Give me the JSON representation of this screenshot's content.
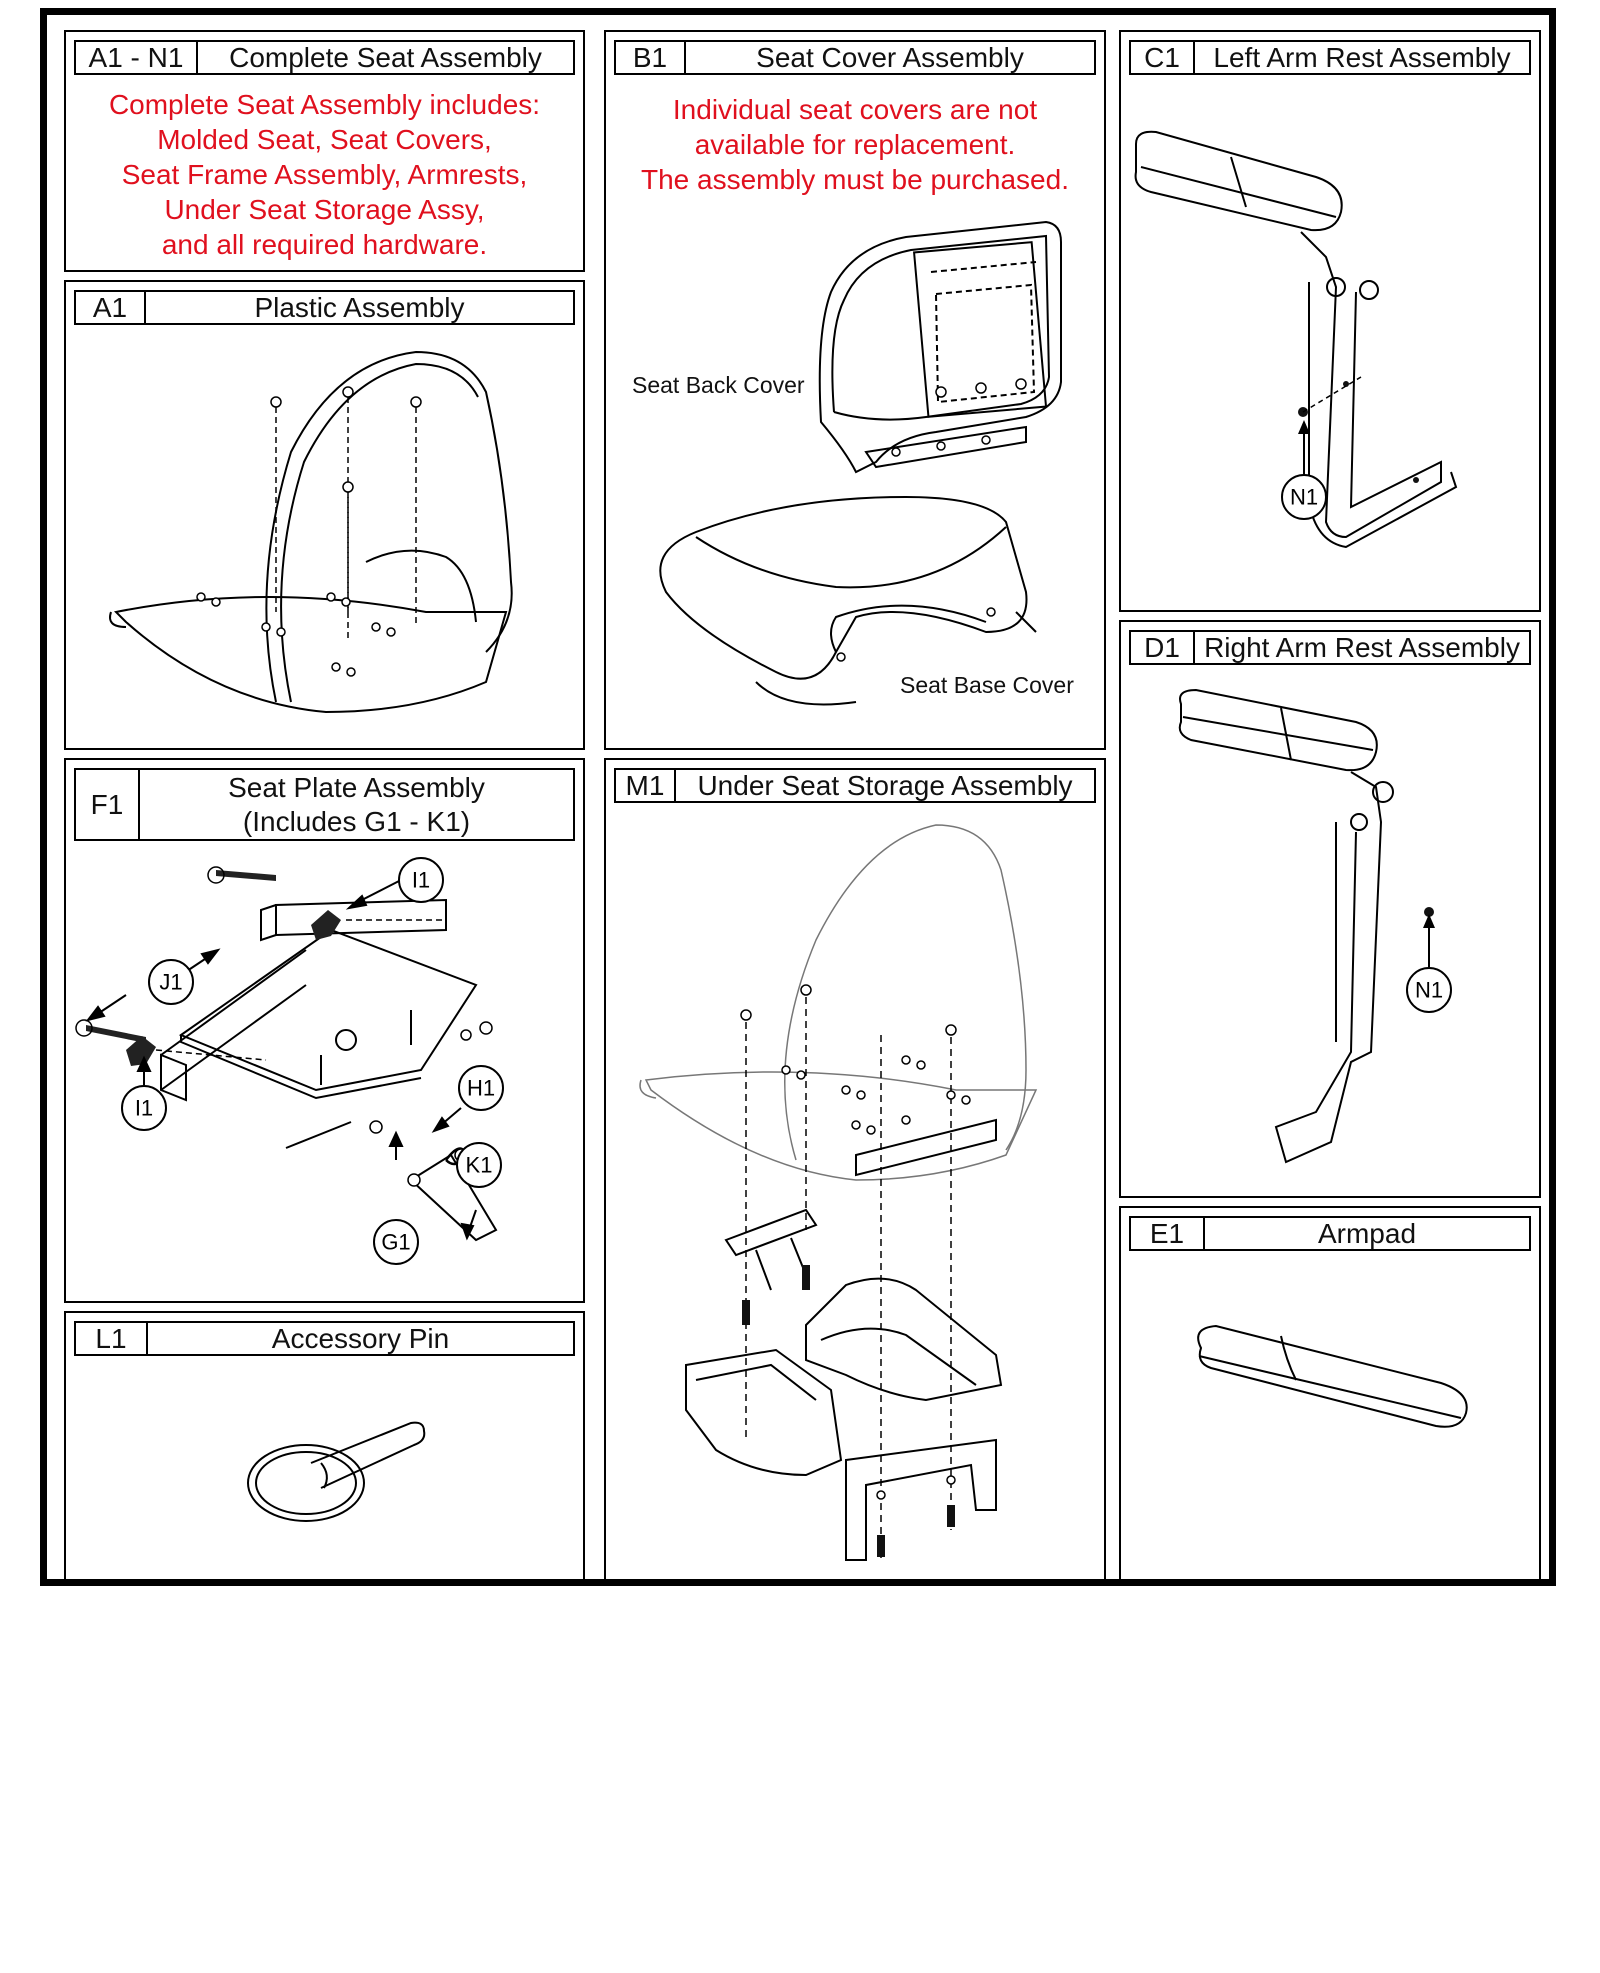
{
  "panels": {
    "a1n1": {
      "code": "A1 - N1",
      "title": "Complete Seat Assembly",
      "note": [
        "Complete Seat Assembly includes:",
        "Molded Seat, Seat Covers,",
        "Seat Frame Assembly, Armrests,",
        "Under Seat Storage Assy,",
        "and all required hardware."
      ]
    },
    "a1": {
      "code": "A1",
      "title": "Plastic Assembly"
    },
    "b1": {
      "code": "B1",
      "title": "Seat Cover Assembly",
      "note": [
        "Individual seat covers are not",
        "available for replacement.",
        "The assembly must be purchased."
      ],
      "back_label": "Seat Back Cover",
      "base_label": "Seat Base Cover"
    },
    "c1": {
      "code": "C1",
      "title": "Left Arm Rest Assembly",
      "callout": "N1"
    },
    "d1": {
      "code": "D1",
      "title": "Right Arm Rest Assembly",
      "callout": "N1"
    },
    "e1": {
      "code": "E1",
      "title": "Armpad"
    },
    "f1": {
      "code": "F1",
      "title_line1": "Seat Plate Assembly",
      "title_line2": "(Includes G1 - K1)",
      "callouts": {
        "i1_top": "I1",
        "j1": "J1",
        "i1_bottom": "I1",
        "h1": "H1",
        "k1": "K1",
        "g1": "G1"
      }
    },
    "m1": {
      "code": "M1",
      "title": "Under Seat Storage Assembly"
    },
    "l1": {
      "code": "L1",
      "title": "Accessory Pin"
    }
  },
  "colors": {
    "note_red": "#e0101e",
    "line": "#000000"
  }
}
